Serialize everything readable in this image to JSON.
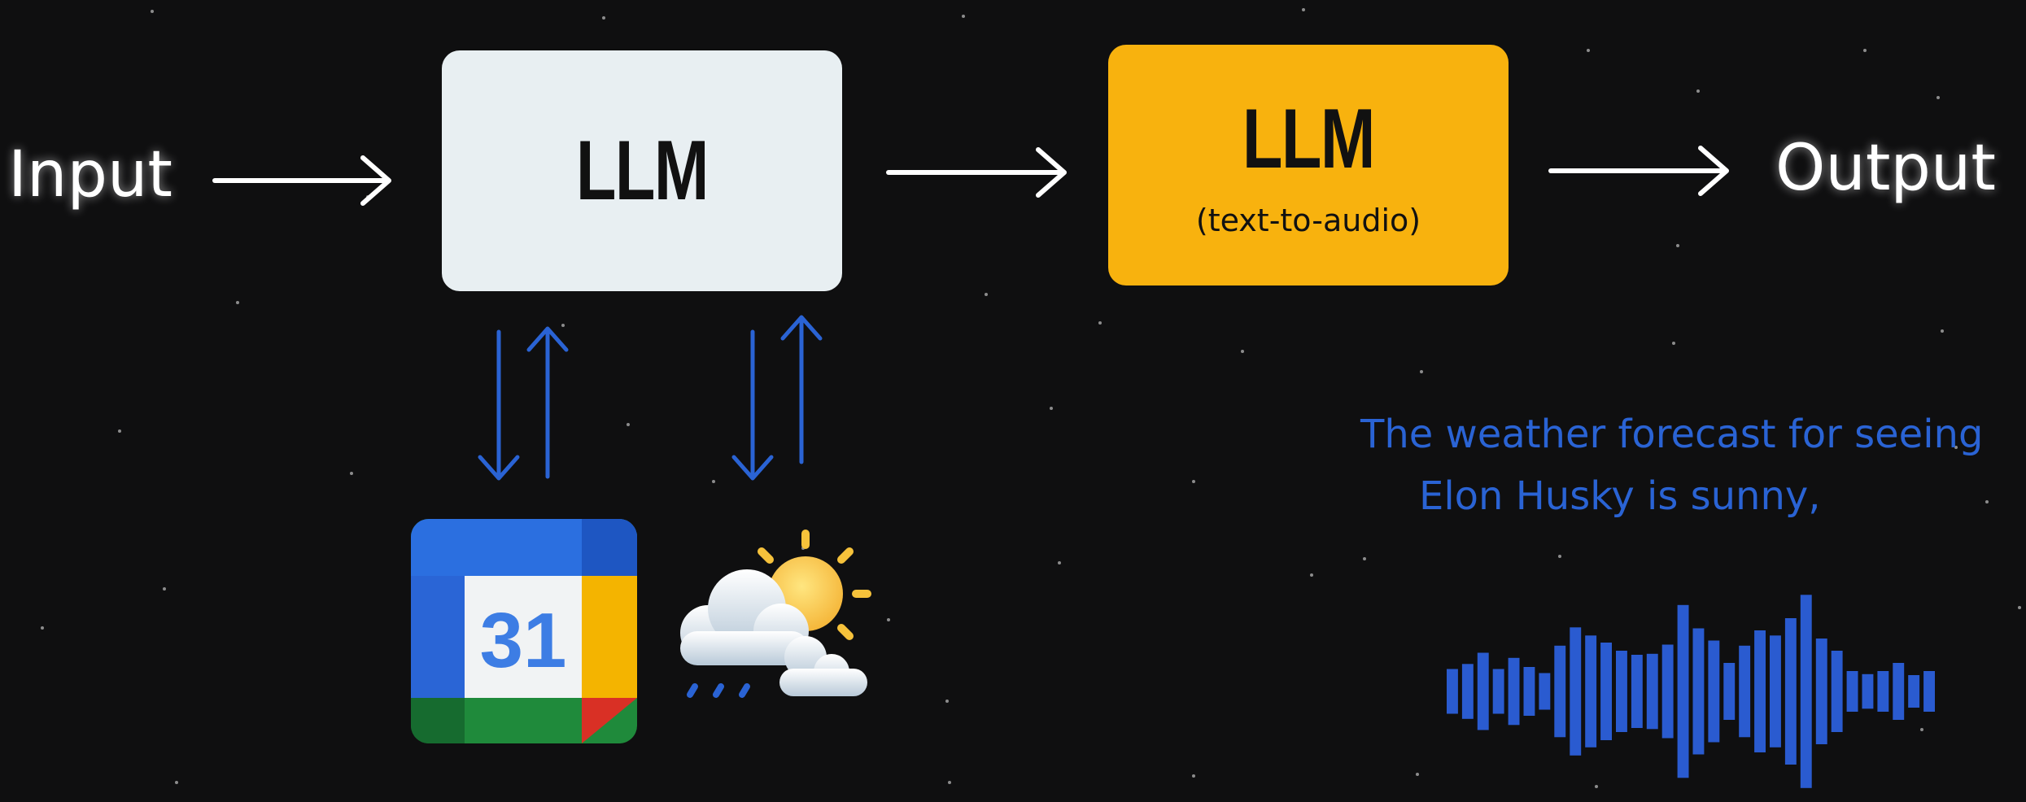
{
  "diagram": {
    "input_label": "Input",
    "output_label": "Output",
    "llm_box": {
      "title": "LLM"
    },
    "tts_box": {
      "title": "LLM",
      "subtitle": "(text-to-audio)"
    },
    "calendar_day": "31",
    "caption_lines": [
      "The weather forecast for seeing",
      "Elon Husky is sunny,"
    ]
  },
  "colors": {
    "background": "#0f0f10",
    "llm_box": "#e8eff2",
    "tts_box": "#f8b20e",
    "tool_arrows": "#2a63d4",
    "caption": "#2a63d4",
    "waveform": "#2a5bd0"
  },
  "icons": [
    "calendar-icon",
    "weather-icon",
    "audio-waveform-icon"
  ],
  "waveform_levels": [
    0.22,
    0.27,
    0.38,
    0.22,
    0.33,
    0.24,
    0.18,
    0.45,
    0.63,
    0.55,
    0.48,
    0.4,
    0.36,
    0.37,
    0.46,
    0.85,
    0.62,
    0.5,
    0.28,
    0.45,
    0.6,
    0.55,
    0.72,
    0.95,
    0.52,
    0.4,
    0.2,
    0.17,
    0.2,
    0.28,
    0.16,
    0.2
  ]
}
